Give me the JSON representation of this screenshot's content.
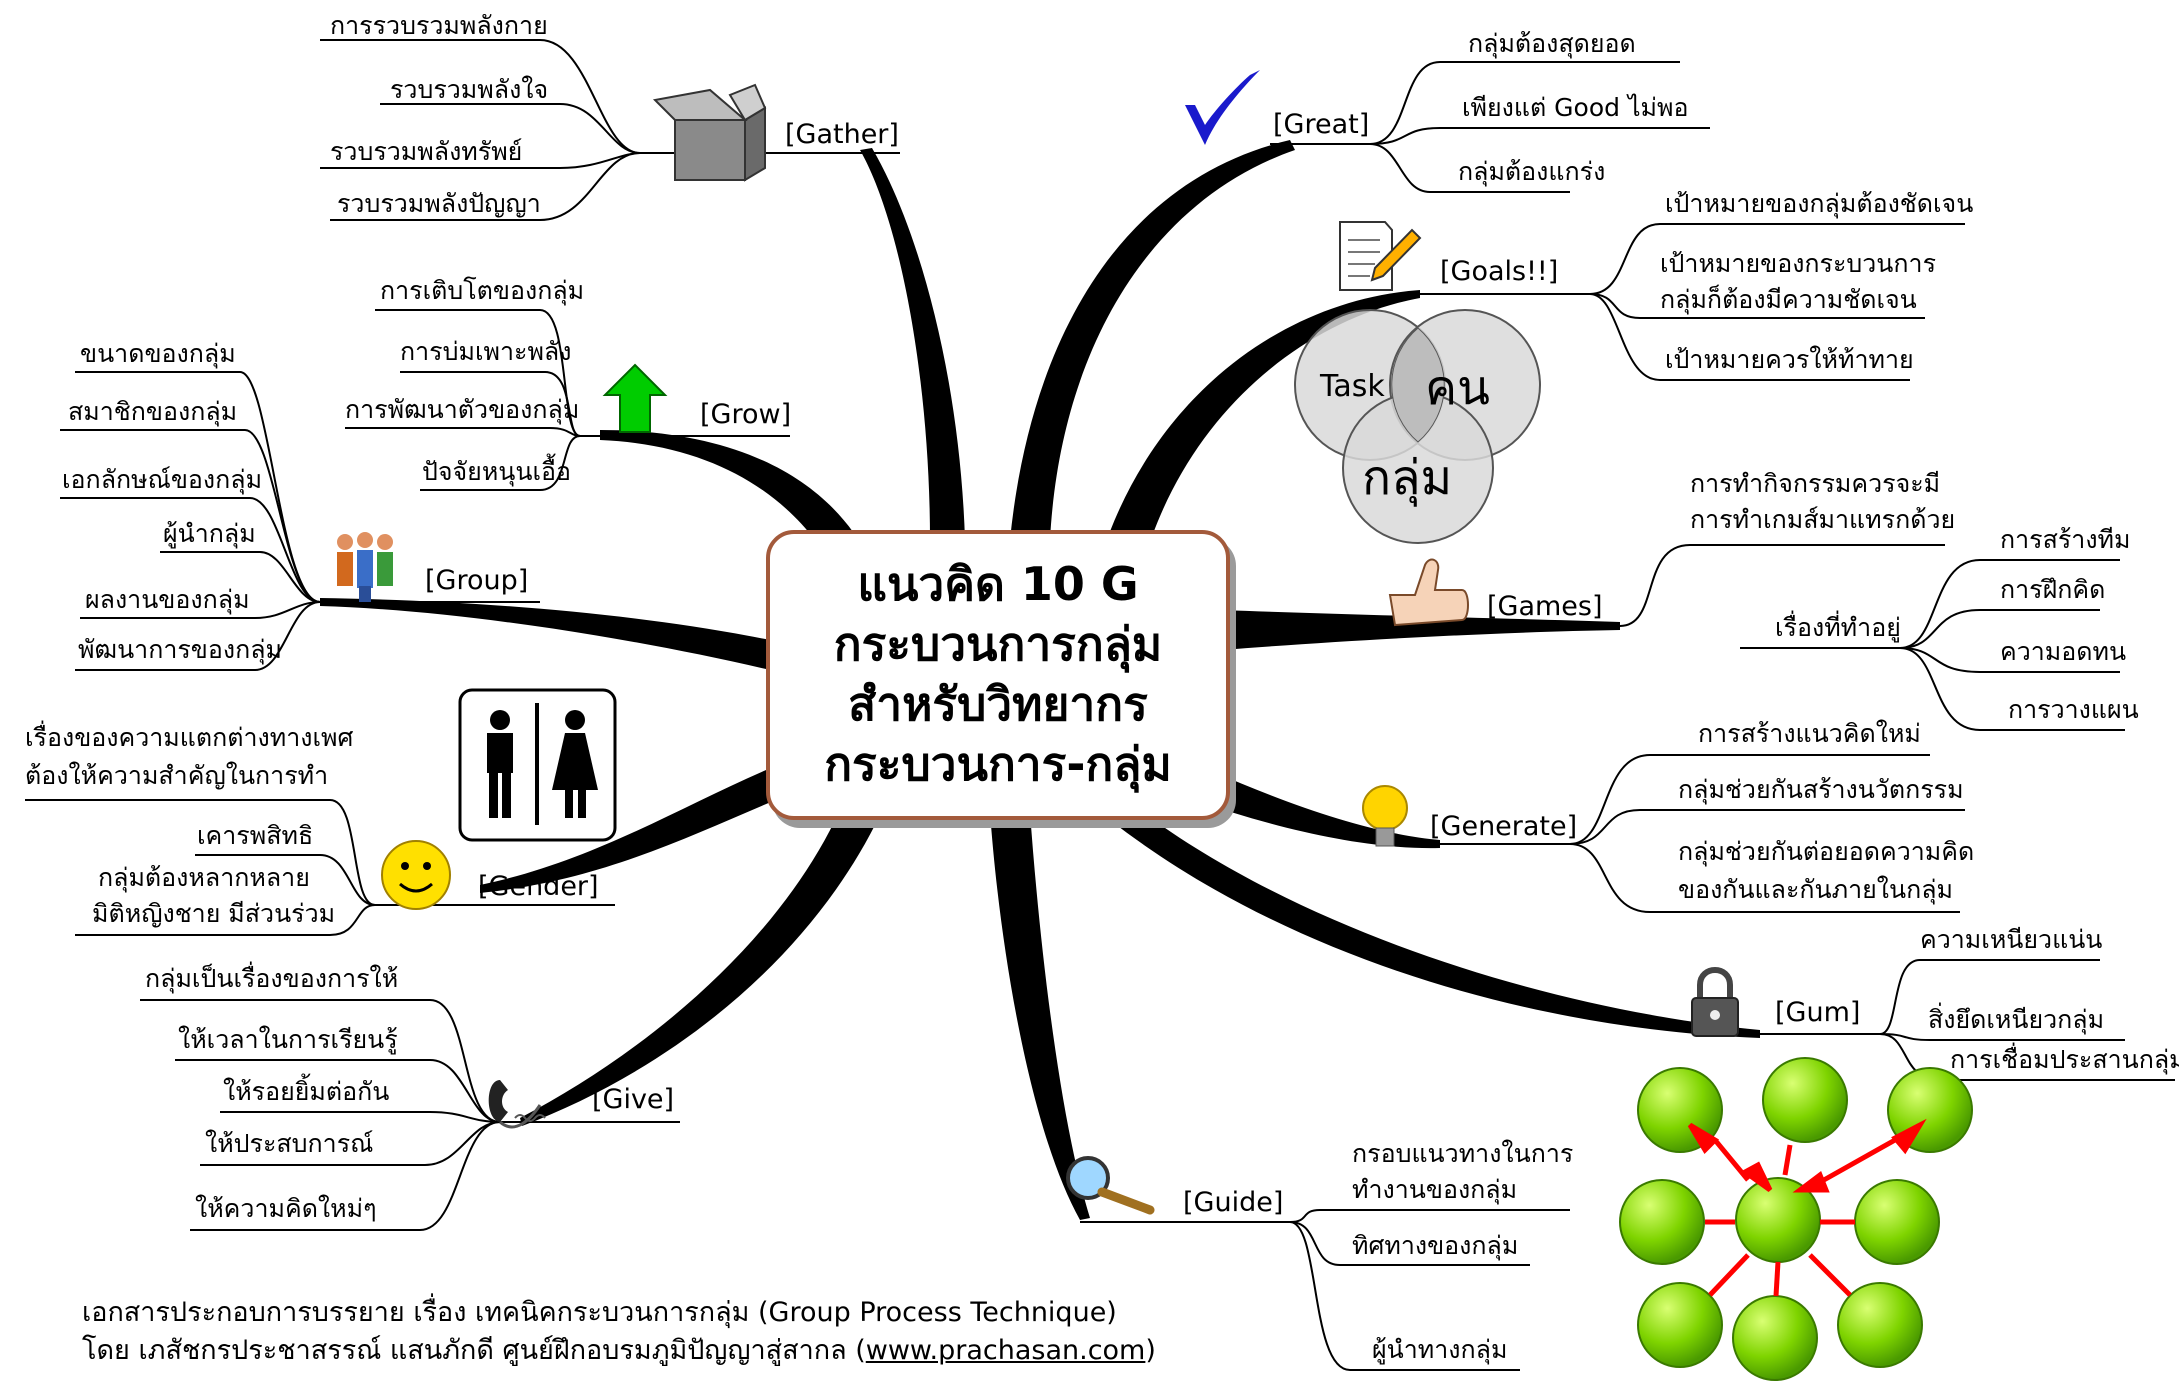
{
  "center": {
    "line1": "แนวคิด 10 G",
    "line2": "กระบวนการกลุ่ม",
    "line3": "สำหรับวิทยากร",
    "line4": "กระบวนการ-กลุ่ม"
  },
  "branches": {
    "gather": {
      "label": "[Gather]",
      "icon": "open-box-icon",
      "items": [
        "การรวบรวมพลังกาย",
        "รวบรวมพลังใจ",
        "รวบรวมพลังทรัพย์",
        "รวบรวมพลังปัญญา"
      ]
    },
    "grow": {
      "label": "[Grow]",
      "icon": "green-up-arrow-icon",
      "items": [
        "การเติบโตของกลุ่ม",
        "การบ่มเพาะพลัง",
        "การพัฒนาตัวของกลุ่ม",
        "ปัจจัยหนุนเอื้อ"
      ]
    },
    "group": {
      "label": "[Group]",
      "icon": "people-group-icon",
      "items": [
        "ขนาดของกลุ่ม",
        "สมาชิกของกลุ่ม",
        "เอกลักษณ์ของกลุ่ม",
        "ผู้นำกลุ่ม",
        "ผลงานของกลุ่ม",
        "พัฒนาการของกลุ่ม"
      ]
    },
    "gender": {
      "label": "[Gender]",
      "icon": "smiley-face-icon",
      "items": [
        "เรื่องของความแตกต่างทางเพศ",
        "ต้องให้ความสำคัญในการทำ",
        "เคารพสิทธิ",
        "กลุ่มต้องหลากหลาย",
        "มิติหญิงชาย มีส่วนร่วม"
      ]
    },
    "give": {
      "label": "[Give]",
      "icon": "telephone-icon",
      "items": [
        "กลุ่มเป็นเรื่องของการให้",
        "ให้เวลาในการเรียนรู้",
        "ให้รอยยิ้มต่อกัน",
        "ให้ประสบการณ์",
        "ให้ความคิดใหม่ๆ"
      ]
    },
    "guide": {
      "label": "[Guide]",
      "icon": "magnifier-icon",
      "items": [
        "กรอบแนวทางในการ",
        "ทำงานของกลุ่ม",
        "ทิศทางของกลุ่ม",
        "ผู้นำทางกลุ่ม"
      ]
    },
    "great": {
      "label": "[Great]",
      "icon": "checkmark-icon",
      "items": [
        "กลุ่มต้องสุดยอด",
        "เพียงแต่ Good ไม่พอ",
        "กลุ่มต้องแกร่ง"
      ]
    },
    "goals": {
      "label": "[Goals!!]",
      "icon": "note-pencil-icon",
      "items": [
        "เป้าหมายของกลุ่มต้องชัดเจน",
        "เป้าหมายของกระบวนการ",
        "กลุ่มก็ต้องมีความชัดเจน",
        "เป้าหมายควรให้ท้าทาย"
      ]
    },
    "games": {
      "label": "[Games]",
      "icon": "thumbs-up-icon",
      "items": [
        "การทำกิจกรรมควรจะมี",
        "การทำเกมส์มาแทรกด้วย",
        "เรื่องที่ทำอยู่"
      ],
      "subitems": [
        "การสร้างทีม",
        "การฝึกคิด",
        "ความอดทน",
        "การวางแผน"
      ]
    },
    "generate": {
      "label": "[Generate]",
      "icon": "light-bulb-icon",
      "items": [
        "การสร้างแนวคิดใหม่",
        "กลุ่มช่วยกันสร้างนวัตกรรม",
        "กลุ่มช่วยกันต่อยอดความคิด",
        "ของกันและกันภายในกลุ่ม"
      ]
    },
    "gum": {
      "label": "[Gum]",
      "icon": "padlock-icon",
      "items": [
        "ความเหนียวแน่น",
        "สิ่งยึดเหนียวกลุ่ม",
        "การเชื่อมประสานกลุ่ม"
      ]
    }
  },
  "venn": {
    "a": "Task",
    "b": "คน",
    "c": "กลุ่ม"
  },
  "footer": {
    "line1": "เอกสารประกอบการบรรยาย เรื่อง เทคนิคกระบวนการกลุ่ม (Group Process Technique)",
    "line2_prefix": "โดย เภสัชกรประชาสรรณ์ แสนภักดี ศูนย์ฝึกอบรมภูมิปัญญาสู่สากล (",
    "line2_link": "www.prachasan.com",
    "line2_suffix": ")"
  },
  "colors": {
    "border": "#a35a3b",
    "green_ball": "#7fd400",
    "red_arrow": "#ff0000",
    "arrow_green": "#00cc00"
  }
}
